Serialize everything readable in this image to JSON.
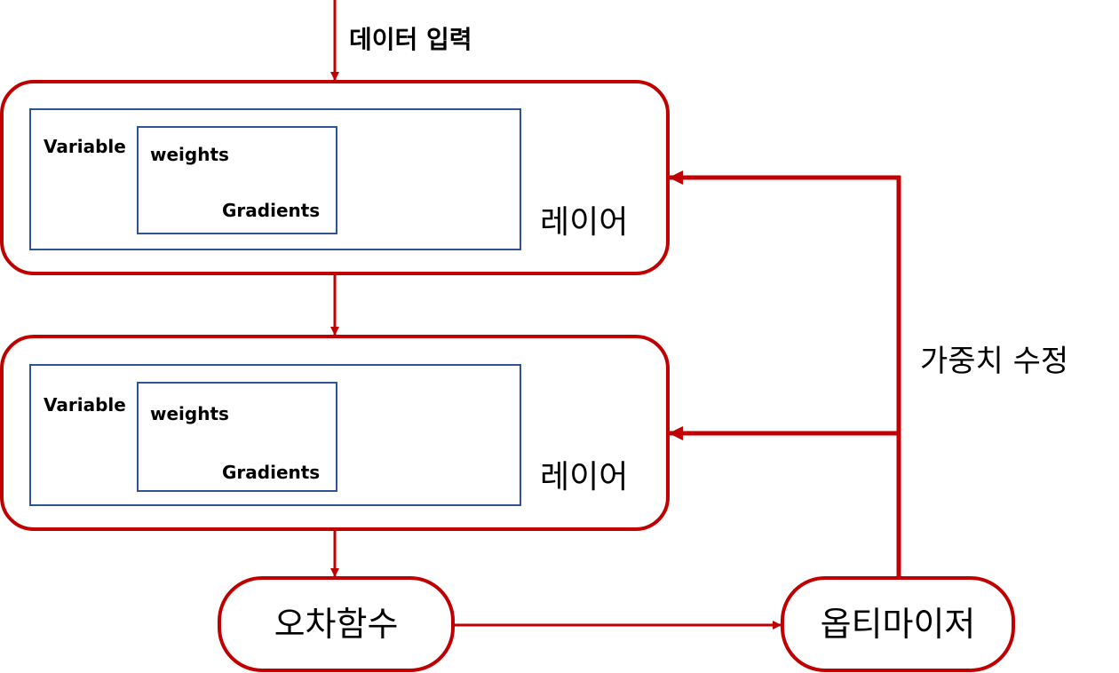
{
  "input_label": "데이터 입력",
  "layers": [
    {
      "variable_label": "Variable",
      "weights_label": "weights",
      "gradients_label": "Gradients",
      "layer_label": "레이어"
    },
    {
      "variable_label": "Variable",
      "weights_label": "weights",
      "gradients_label": "Gradients",
      "layer_label": "레이어"
    }
  ],
  "loss_function_label": "오차함수",
  "optimizer_label": "옵티마이저",
  "weight_update_label": "가중치 수정",
  "colors": {
    "flow_red": "#c00000",
    "variable_blue": "#2f5496"
  }
}
